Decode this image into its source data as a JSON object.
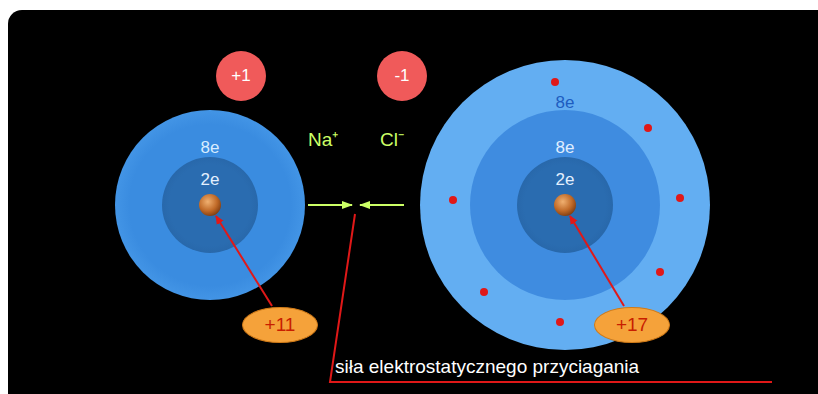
{
  "diagram": {
    "nodes": [
      {
        "text": [
          "+1"
        ]
      },
      {
        "text": [
          "-1"
        ]
      },
      {
        "text": [
          "8e"
        ]
      },
      {
        "text": [
          "2e"
        ],
        "in": 2
      },
      {
        "text": [
          "8e"
        ]
      },
      {
        "text": [
          "8e"
        ],
        "in": 4
      },
      {
        "text": [
          "2e"
        ],
        "in": 5
      },
      {
        "text": [
          "+11"
        ]
      },
      {
        "text": [
          "+17"
        ]
      }
    ],
    "labels": [
      "Na⁺",
      "Cl⁻",
      "siła elektrostatycznego przyciagania"
    ]
  }
}
